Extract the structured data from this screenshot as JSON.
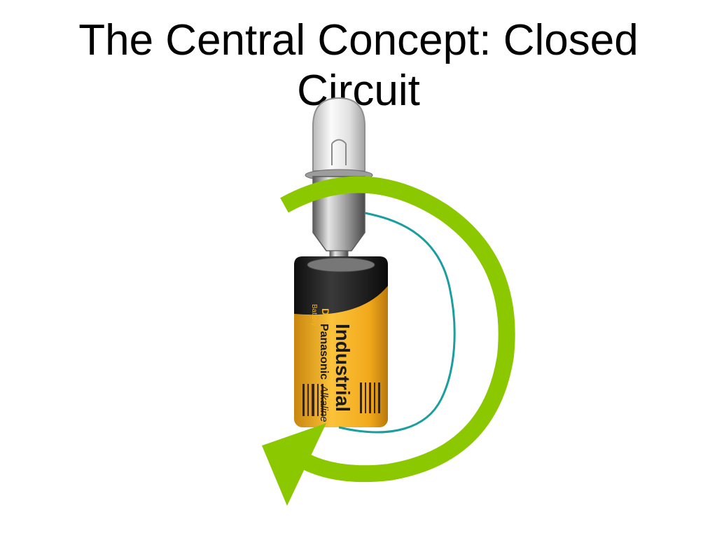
{
  "slide": {
    "title_line1": "The Central Concept: Closed",
    "title_line2": "Circuit"
  },
  "battery": {
    "size_label": "D",
    "type_label": "Battery",
    "brand_label": "Industrial",
    "maker_label": "Panasonic",
    "chem_label": "Alkaline"
  },
  "colors": {
    "arrow": "#8cc800",
    "wire": "#1a9e9e",
    "battery_yellow": "#f2b41e",
    "battery_black": "#1a1a1a"
  },
  "icons": [
    "light-bulb-icon",
    "battery-icon",
    "circular-arrow-icon",
    "wire"
  ]
}
